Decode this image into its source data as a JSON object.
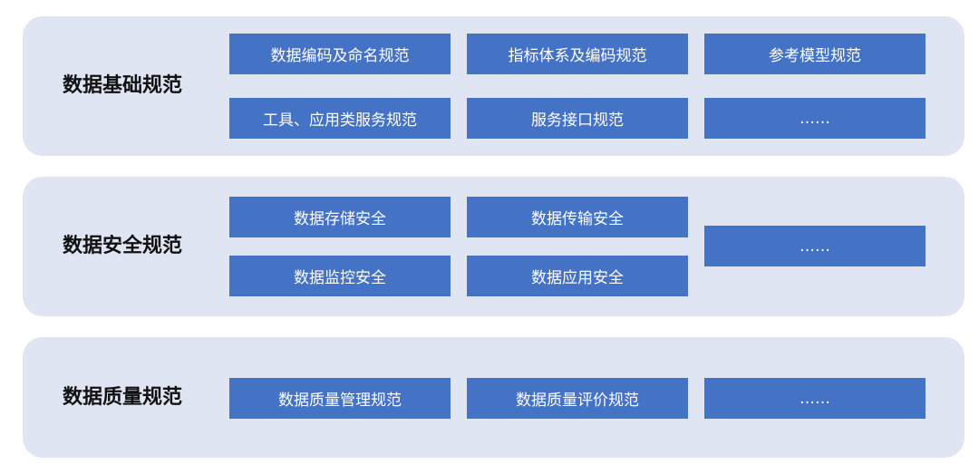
{
  "sections": [
    {
      "title": "数据基础规范",
      "items": [
        "数据编码及命名规范",
        "指标体系及编码规范",
        "参考模型规范",
        "工具、应用类服务规范",
        "服务接口规范",
        "……"
      ]
    },
    {
      "title": "数据安全规范",
      "items": [
        "数据存储安全",
        "数据传输安全",
        "数据监控安全",
        "数据应用安全",
        "……"
      ]
    },
    {
      "title": "数据质量规范",
      "items": [
        "数据质量管理规范",
        "数据质量评价规范",
        "……"
      ]
    }
  ],
  "colors": {
    "panel_background": "#dfe5f3",
    "box_background": "#4472c4",
    "box_text": "#ffffff",
    "title_text": "#111111"
  }
}
